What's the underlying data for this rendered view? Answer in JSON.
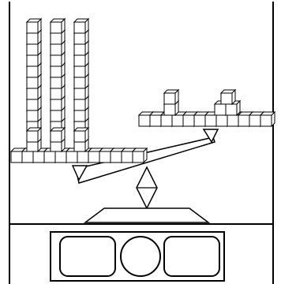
{
  "colors": {
    "background": "#ffffff",
    "stroke": "#000000",
    "shadow": "#c8c8c8"
  },
  "left_pan": {
    "ten_rods": 3,
    "unit_cubes": 0
  },
  "right_pan": {
    "ten_rods": 0,
    "unit_cubes": 17
  },
  "answer_slots": {
    "slots": [
      "empty-box",
      "empty-circle",
      "empty-box"
    ]
  }
}
